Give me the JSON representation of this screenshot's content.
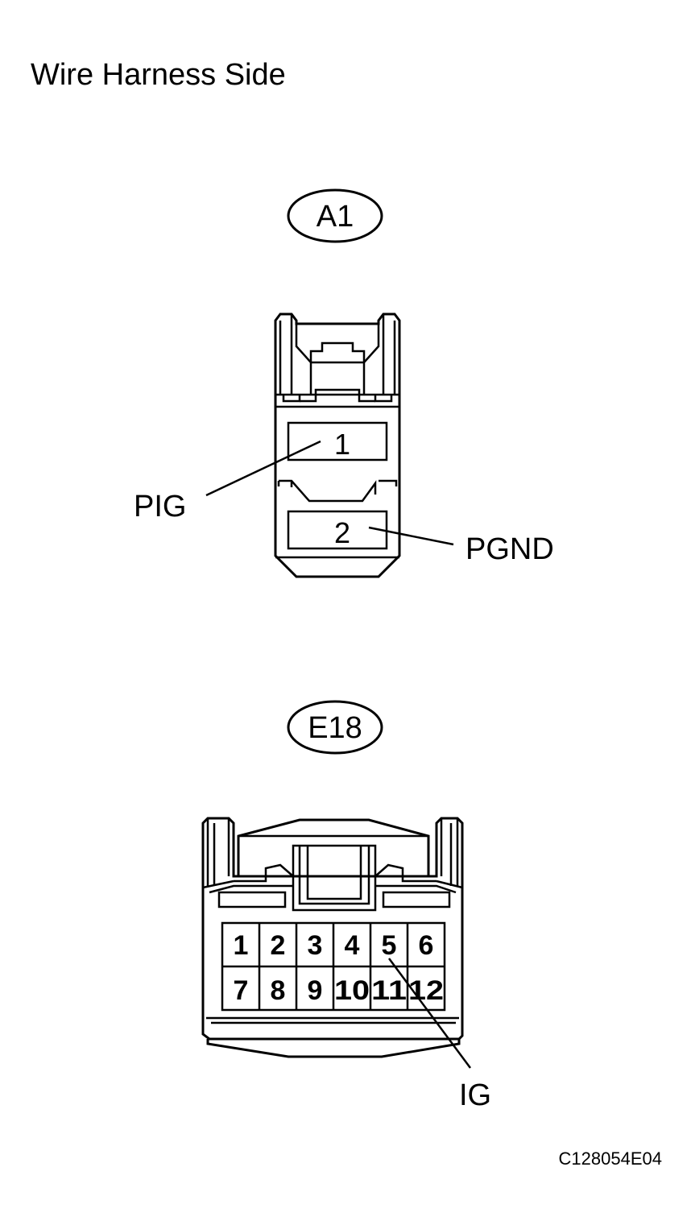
{
  "title": "Wire Harness Side",
  "connectors": [
    {
      "id": "A1",
      "pins": [
        {
          "number": "1",
          "signal": "PIG"
        },
        {
          "number": "2",
          "signal": "PGND"
        }
      ]
    },
    {
      "id": "E18",
      "pins_row1": [
        "1",
        "2",
        "3",
        "4",
        "5",
        "6"
      ],
      "pins_row2": [
        "7",
        "8",
        "9",
        "10",
        "11",
        "12"
      ],
      "signals": [
        {
          "pin": "5",
          "signal": "IG"
        }
      ]
    }
  ],
  "figure_code": "C128054E04"
}
